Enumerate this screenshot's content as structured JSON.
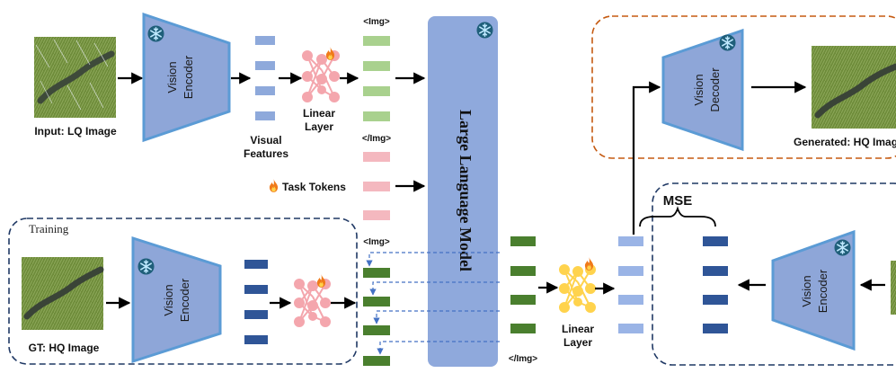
{
  "labels": {
    "input_lq": "Input: LQ Image",
    "vision_encoder": "Vision Encoder",
    "visual_features": "Visual Features",
    "linear_layer": "Linear Layer",
    "img_open": "<Img>",
    "img_close": "</Img>",
    "task_tokens": "Task Tokens",
    "llm": "Large Language Model",
    "vision_decoder": "Vision Decoder",
    "generated_hq": "Generated: HQ Image",
    "training": "Training",
    "gt_hq": "GT: HQ Image",
    "mse": "MSE"
  },
  "colors": {
    "encoder_fill": "#8ea6d8",
    "encoder_stroke": "#5b9bd5",
    "llm_fill": "#8fa9dc",
    "feature_blue": "#8ea9db",
    "token_green": "#a9d18e",
    "token_pink": "#f4b8bf",
    "dark_green": "#4a7f2e",
    "dark_blue": "#2f5597",
    "light_blue": "#9ab4e6",
    "pink_net": "#f4a6ad",
    "yellow_net": "#ffd34d",
    "orange_dash": "#c55a11",
    "navy_dash": "#1f3864"
  },
  "icons": [
    "snowflake-icon",
    "fire-icon",
    "arrow-icon"
  ]
}
